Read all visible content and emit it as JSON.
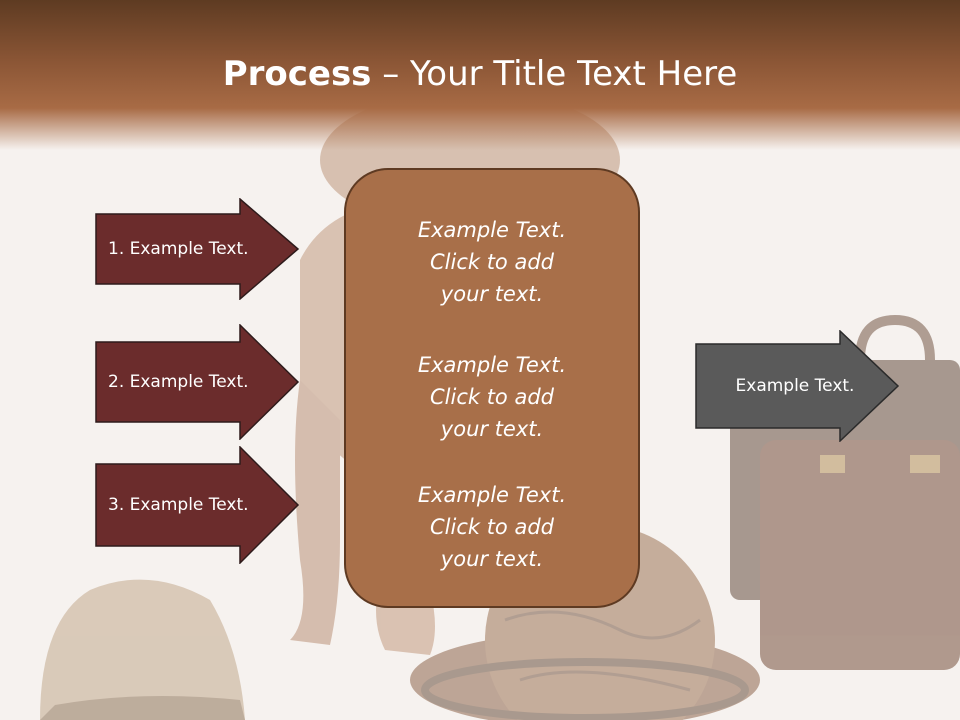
{
  "title": {
    "bold": "Process",
    "rest": " – Your Title Text Here"
  },
  "left_arrows": [
    {
      "label": "1. Example Text."
    },
    {
      "label": "2. Example Text."
    },
    {
      "label": "3. Example Text."
    }
  ],
  "center_box": {
    "blocks": [
      {
        "line1": "Example Text.",
        "line2": "Click  to add",
        "line3": "your text."
      },
      {
        "line1": "Example Text.",
        "line2": "Click  to add",
        "line3": "your text."
      },
      {
        "line1": "Example Text.",
        "line2": "Click  to add",
        "line3": "your text."
      }
    ]
  },
  "right_arrow": {
    "label": "Example Text."
  },
  "colors": {
    "header": "#8a5535",
    "left_arrow_fill": "#6b2c2c",
    "center_box_fill": "#a86f49",
    "right_arrow_fill": "#5a5a5a"
  },
  "background_image": "dog-with-travel-bags-hat-and-globe"
}
